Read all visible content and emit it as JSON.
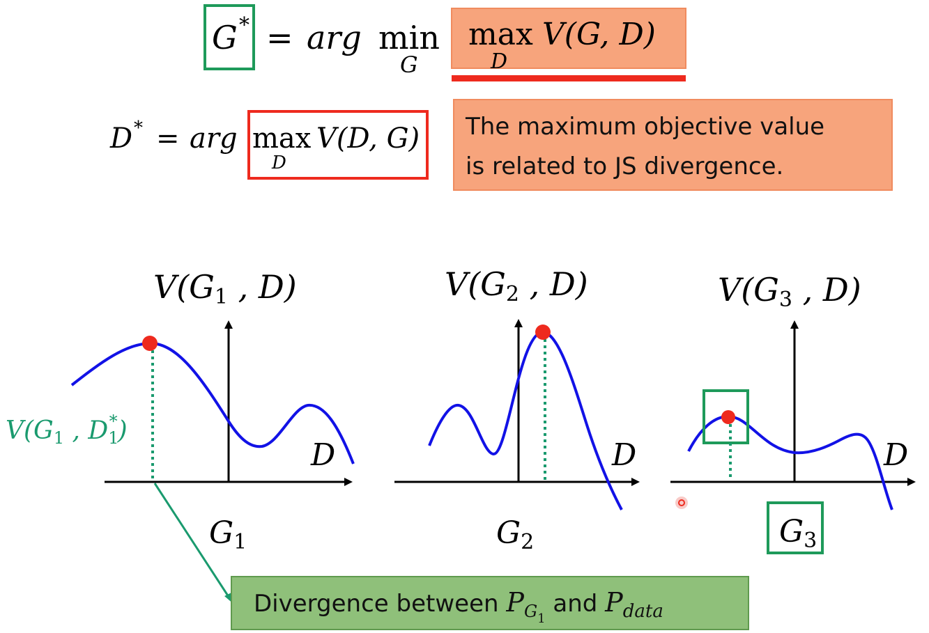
{
  "equations": {
    "g_star": {
      "lhs": "G",
      "lhs_sup": "*",
      "eq": "=",
      "arg": "arg",
      "op": "min",
      "op_sub": "G",
      "inner_op": "max",
      "inner_sub": "D",
      "inner_fn": "V(G, D)"
    },
    "d_star": {
      "lhs": "D",
      "lhs_sup": "*",
      "eq": "=",
      "arg": "arg",
      "op": "max",
      "op_sub": "D",
      "fn": "V(D, G)"
    }
  },
  "callouts": {
    "js_note_line1": "The maximum objective value",
    "js_note_line2": "is related to JS divergence.",
    "divergence_prefix": "Divergence between ",
    "divergence_P1": "P",
    "divergence_P1_sub": "G",
    "divergence_P1_subsub": "1",
    "divergence_and": " and ",
    "divergence_P2": "P",
    "divergence_P2_sub": "data"
  },
  "plots": [
    {
      "title_main": "V(G",
      "title_sub": "1",
      "title_tail": " , D)",
      "axis_label": "D",
      "below_main": "G",
      "below_sub": "1"
    },
    {
      "title_main": "V(G",
      "title_sub": "2",
      "title_tail": " , D)",
      "axis_label": "D",
      "below_main": "G",
      "below_sub": "2"
    },
    {
      "title_main": "V(G",
      "title_sub": "3",
      "title_tail": " , D)",
      "axis_label": "D",
      "below_main": "G",
      "below_sub": "3"
    }
  ],
  "annotation": {
    "v_g1_d1": {
      "main": "V(G",
      "sub": "1",
      "mid": " , D",
      "sub2": "1",
      "sup2": "*",
      "tail": ")"
    }
  },
  "colors": {
    "green_box": "#1e9a5a",
    "red_box": "#ee2a1e",
    "orange_fill": "#f7a47c",
    "orange_border": "#f08b5e",
    "green_fill": "#8fc07a",
    "green_border": "#5f9a4e",
    "curve": "#1212e6",
    "dot": "#ee2a1e",
    "teal": "#1a9a6e",
    "axis": "#000000"
  }
}
